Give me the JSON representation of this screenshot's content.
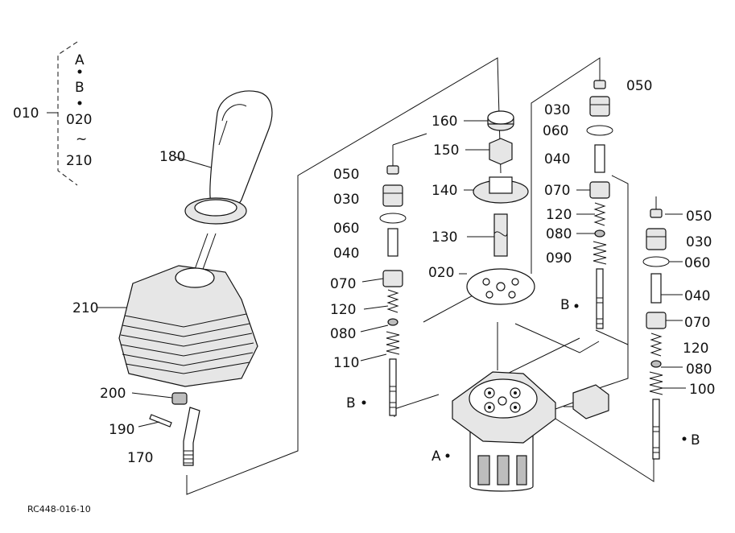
{
  "legend": {
    "part_number": "010",
    "entries": [
      "A",
      "B",
      "020",
      "~",
      "210"
    ]
  },
  "left_assembly": {
    "c180": "180",
    "c210": "210",
    "c200": "200",
    "c190": "190",
    "c170": "170"
  },
  "center_valve": {
    "c050": "050",
    "c030": "030",
    "c060": "060",
    "c040": "040",
    "c070": "070",
    "c120": "120",
    "c080": "080",
    "c110": "110",
    "b": "B"
  },
  "top_stack": {
    "c160": "160",
    "c150": "150",
    "c140": "140",
    "c130": "130",
    "c020": "020"
  },
  "right_valve_1": {
    "c050": "050",
    "c030": "030",
    "c060": "060",
    "c040": "040",
    "c070": "070",
    "c120": "120",
    "c080": "080",
    "c090": "090",
    "b": "B"
  },
  "right_valve_2": {
    "c050": "050",
    "c030": "030",
    "c060": "060",
    "c040": "040",
    "c070": "070",
    "c120": "120",
    "c080": "080",
    "c100": "100",
    "b": "B"
  },
  "body": {
    "a": "A"
  },
  "footer": {
    "code": "RC448-016-10"
  }
}
